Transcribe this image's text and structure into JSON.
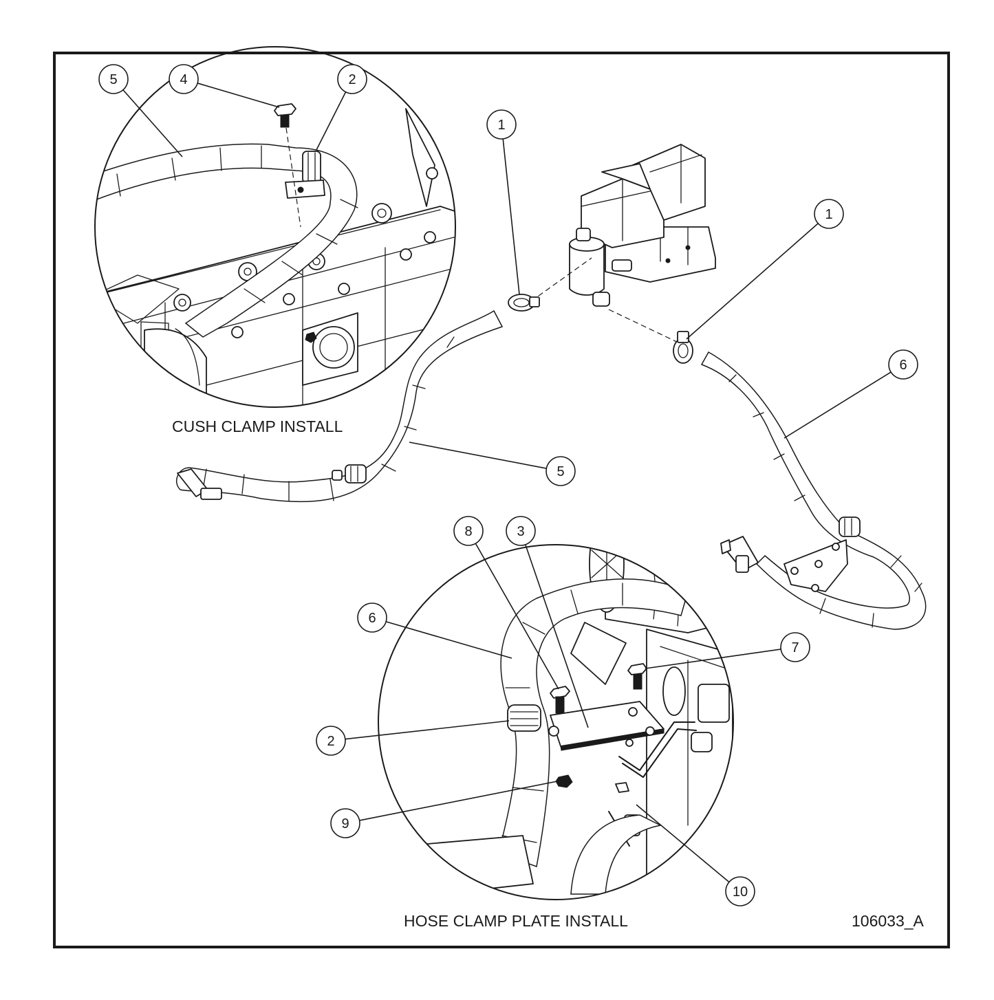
{
  "captions": {
    "cush_clamp": "CUSH CLAMP INSTALL",
    "hose_clamp_plate": "HOSE CLAMP PLATE INSTALL",
    "drawing_number": "106033_A"
  },
  "callouts": [
    {
      "id": "c-5-top",
      "label": "5"
    },
    {
      "id": "c-4",
      "label": "4"
    },
    {
      "id": "c-2-top",
      "label": "2"
    },
    {
      "id": "c-1-left",
      "label": "1"
    },
    {
      "id": "c-1-right",
      "label": "1"
    },
    {
      "id": "c-6-right",
      "label": "6"
    },
    {
      "id": "c-5-mid",
      "label": "5"
    },
    {
      "id": "c-8",
      "label": "8"
    },
    {
      "id": "c-3",
      "label": "3"
    },
    {
      "id": "c-6-bottom",
      "label": "6"
    },
    {
      "id": "c-7",
      "label": "7"
    },
    {
      "id": "c-2-bottom",
      "label": "2"
    },
    {
      "id": "c-9",
      "label": "9"
    },
    {
      "id": "c-10",
      "label": "10"
    }
  ]
}
